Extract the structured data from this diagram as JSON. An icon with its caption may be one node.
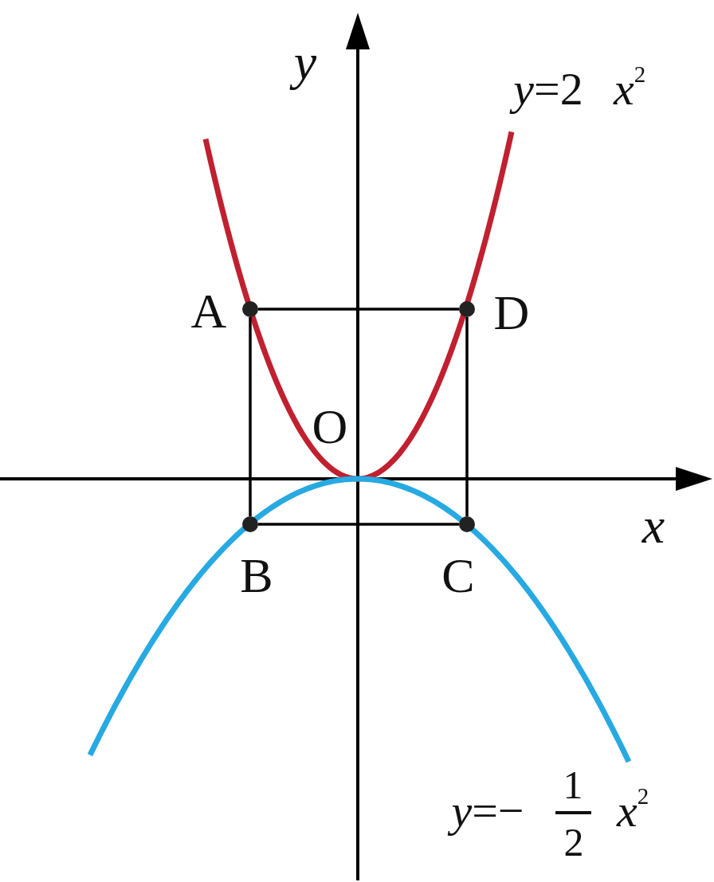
{
  "diagram": {
    "nodes": [
      {
        "text": [
          "A"
        ]
      },
      {
        "text": [
          "D"
        ]
      },
      {
        "text": [
          "B"
        ]
      },
      {
        "text": [
          "C"
        ]
      }
    ],
    "edges": [
      {
        "from": 0,
        "to": 1,
        "arrow": "none"
      },
      {
        "from": 1,
        "to": 3,
        "arrow": "none"
      },
      {
        "from": 3,
        "to": 2,
        "arrow": "none"
      },
      {
        "from": 2,
        "to": 0,
        "arrow": "none"
      }
    ],
    "labels": [
      "y",
      "*y*=2",
      "*x*$^{2}$",
      "O",
      "x",
      "*y*=−",
      "1",
      "2",
      "*x*$^{2}$"
    ]
  }
}
